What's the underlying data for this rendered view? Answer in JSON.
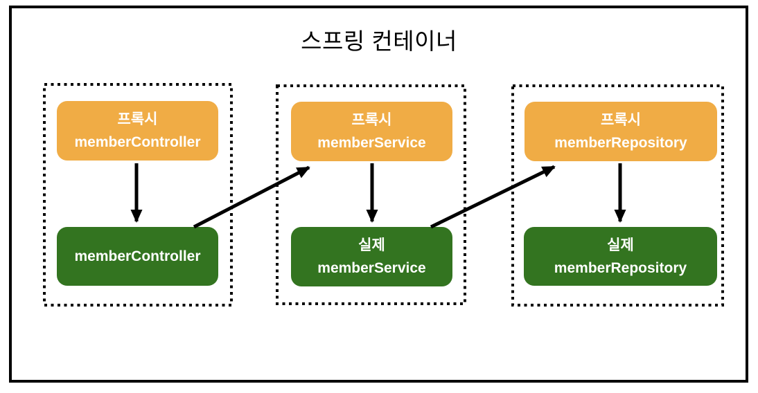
{
  "title": "스프링 컨테이너",
  "colors": {
    "proxy_fill": "#F0AC45",
    "real_fill": "#337420",
    "arrow": "#000000",
    "frame_border": "#000000"
  },
  "groups": [
    {
      "proxy": {
        "line1": "프록시",
        "line2": "memberController"
      },
      "real": {
        "line1": "",
        "line2": "memberController"
      }
    },
    {
      "proxy": {
        "line1": "프록시",
        "line2": "memberService"
      },
      "real": {
        "line1": "실제",
        "line2": "memberService"
      }
    },
    {
      "proxy": {
        "line1": "프록시",
        "line2": "memberRepository"
      },
      "real": {
        "line1": "실제",
        "line2": "memberRepository"
      }
    }
  ]
}
